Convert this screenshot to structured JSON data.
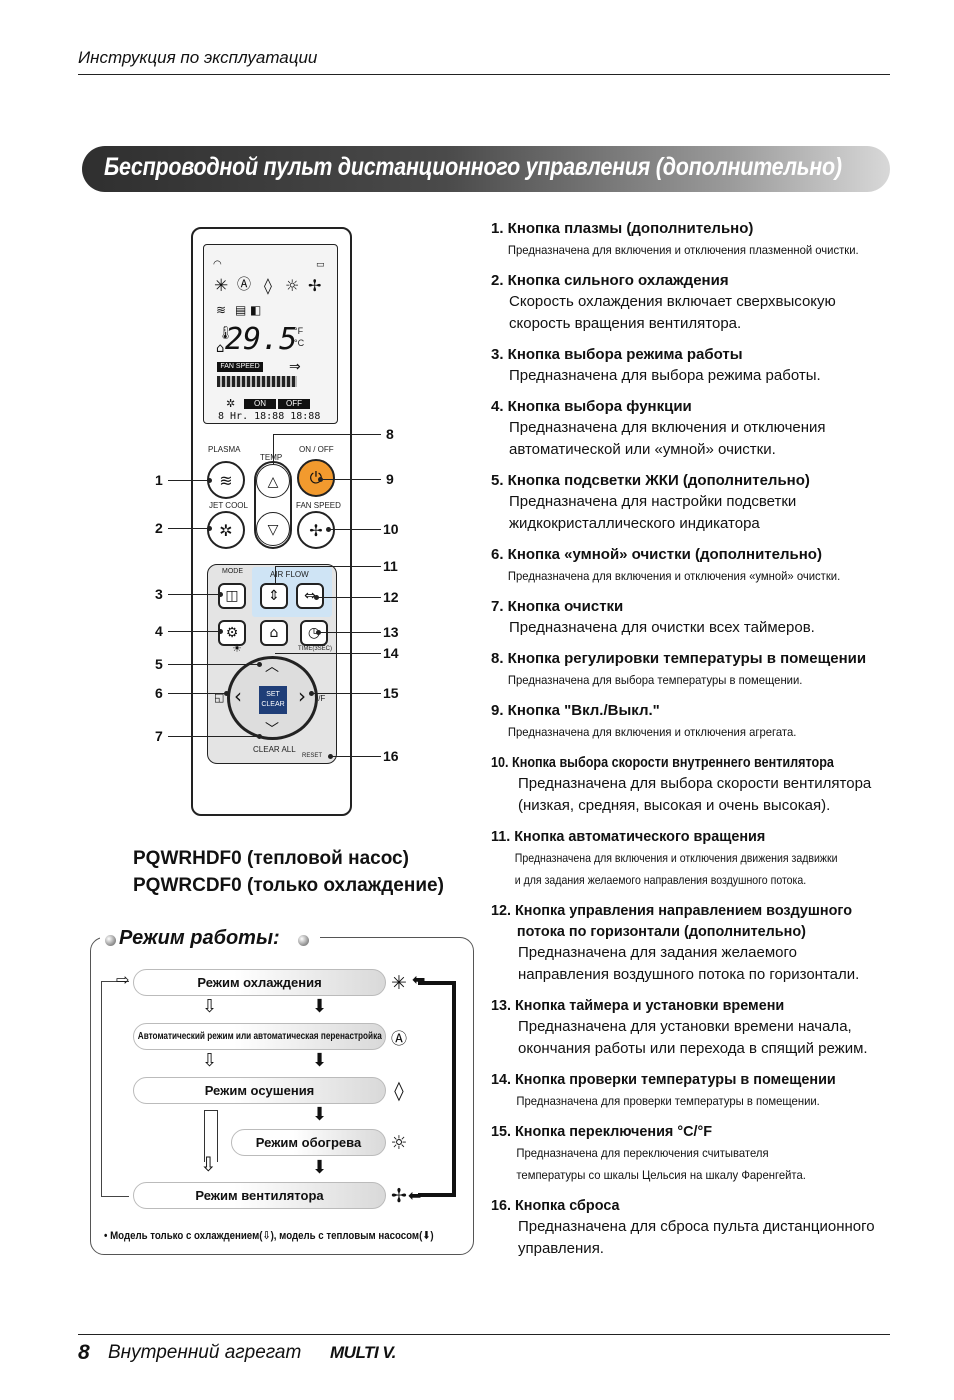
{
  "header": {
    "text": "Инструкция по эксплуатации"
  },
  "banner": {
    "title": "Беспроводной пульт дистанционного управления (дополнительно)"
  },
  "remote": {
    "lcd_temp": "29.5",
    "lcd_unit_f": "°F",
    "lcd_unit_c": "°C",
    "lcd_fan": "FAN SPEED",
    "lcd_on": "ON",
    "lcd_off": "OFF",
    "lcd_clock": "8 Hr. 18:88 18:88",
    "labels": {
      "plasma": "PLASMA",
      "temp": "TEMP",
      "onoff": "ON / OFF",
      "jetcool": "JET COOL",
      "fanspeed": "FAN SPEED",
      "mode": "MODE",
      "airflow": "AIR FLOW",
      "time": "TIME(3SEC)",
      "set": "SET",
      "clear": "CLEAR",
      "clearall": "CLEAR ALL",
      "reset": "RESET",
      "cf": "°/F"
    },
    "callouts_left": [
      "1",
      "2",
      "3",
      "4",
      "5",
      "6",
      "7"
    ],
    "callouts_right": [
      "8",
      "9",
      "10",
      "11",
      "12",
      "13",
      "14",
      "15",
      "16"
    ]
  },
  "models": {
    "line1": "PQWRHDF0 (тепловой насос)",
    "line2": "PQWRCDF0 (только охлаждение)"
  },
  "modes": {
    "title": "Режим работы:",
    "items": [
      {
        "label": "Режим охлаждения",
        "icon": "snowflake-icon"
      },
      {
        "label": "Автоматический режим или автоматическая перенастройка",
        "icon": "auto-ai-icon"
      },
      {
        "label": "Режим осушения",
        "icon": "droplet-icon"
      },
      {
        "label": "Режим обогрева",
        "icon": "sun-icon"
      },
      {
        "label": "Режим вентилятора",
        "icon": "fan-icon"
      }
    ],
    "note_a": "Модель только с охлаждением(",
    "note_b": "), модель с тепловым насосом(",
    "note_c": ")"
  },
  "items": [
    {
      "title": "1. Кнопка плазмы (дополнительно)",
      "desc": "Предназначена для включения и отключения плазменной очистки."
    },
    {
      "title": "2. Кнопка сильного охлаждения",
      "desc": "Скорость охлаждения включает сверхвысокую скорость вращения вентилятора."
    },
    {
      "title": "3. Кнопка выбора режима работы",
      "desc": "Предназначена для выбора режима работы."
    },
    {
      "title": "4. Кнопка выбора функции",
      "desc": "Предназначена для включения и отключения автоматической или «умной» очистки."
    },
    {
      "title": "5. Кнопка подсветки ЖКИ (дополнительно)",
      "desc": "Предназначена для настройки подсветки жидкокристаллического индикатора"
    },
    {
      "title": "6. Кнопка «умной» очистки (дополнительно)",
      "desc": "Предназначена для включения и отключения «умной» очистки."
    },
    {
      "title": "7. Кнопка очистки",
      "desc": "Предназначена для очистки всех таймеров."
    },
    {
      "title": "8. Кнопка регулировки температуры в помещении",
      "desc": "Предназначена для выбора температуры в помещении."
    },
    {
      "title": "9. Кнопка \"Вкл./Выкл.\"",
      "desc": "Предназначена для включения и отключения агрегата."
    },
    {
      "title": "10. Кнопка выбора скорости внутреннего вентилятора",
      "desc": "Предназначена для выбора скорости вентилятора (низкая, средняя, высокая и очень высокая)."
    },
    {
      "title": "11. Кнопка автоматического вращения",
      "desc1": "Предназначена для включения и отключения движения задвижки",
      "desc2": "и для задания желаемого направления воздушного потока."
    },
    {
      "title": "12. Кнопка управления направлением воздушного потока по горизонтали (дополнительно)",
      "desc": "Предназначена для задания желаемого направления воздушного потока по горизонтали."
    },
    {
      "title": "13. Кнопка таймера и установки времени",
      "desc": "Предназначена для установки времени начала, окончания работы или перехода в спящий режим."
    },
    {
      "title": "14. Кнопка проверки температуры в помещении",
      "desc": "Предназначена для проверки температуры в помещении."
    },
    {
      "title": "15. Кнопка переключения °C/°F",
      "desc1": "Предназначена для переключения считывателя",
      "desc2": "температуры со шкалы Цельсия на шкалу Фаренгейта."
    },
    {
      "title": "16. Кнопка сброса",
      "desc": "Предназначена для сброса пульта дистанционного управления."
    }
  ],
  "footer": {
    "page": "8",
    "text": "Внутренний агрегат",
    "logo": "MULTI V."
  }
}
